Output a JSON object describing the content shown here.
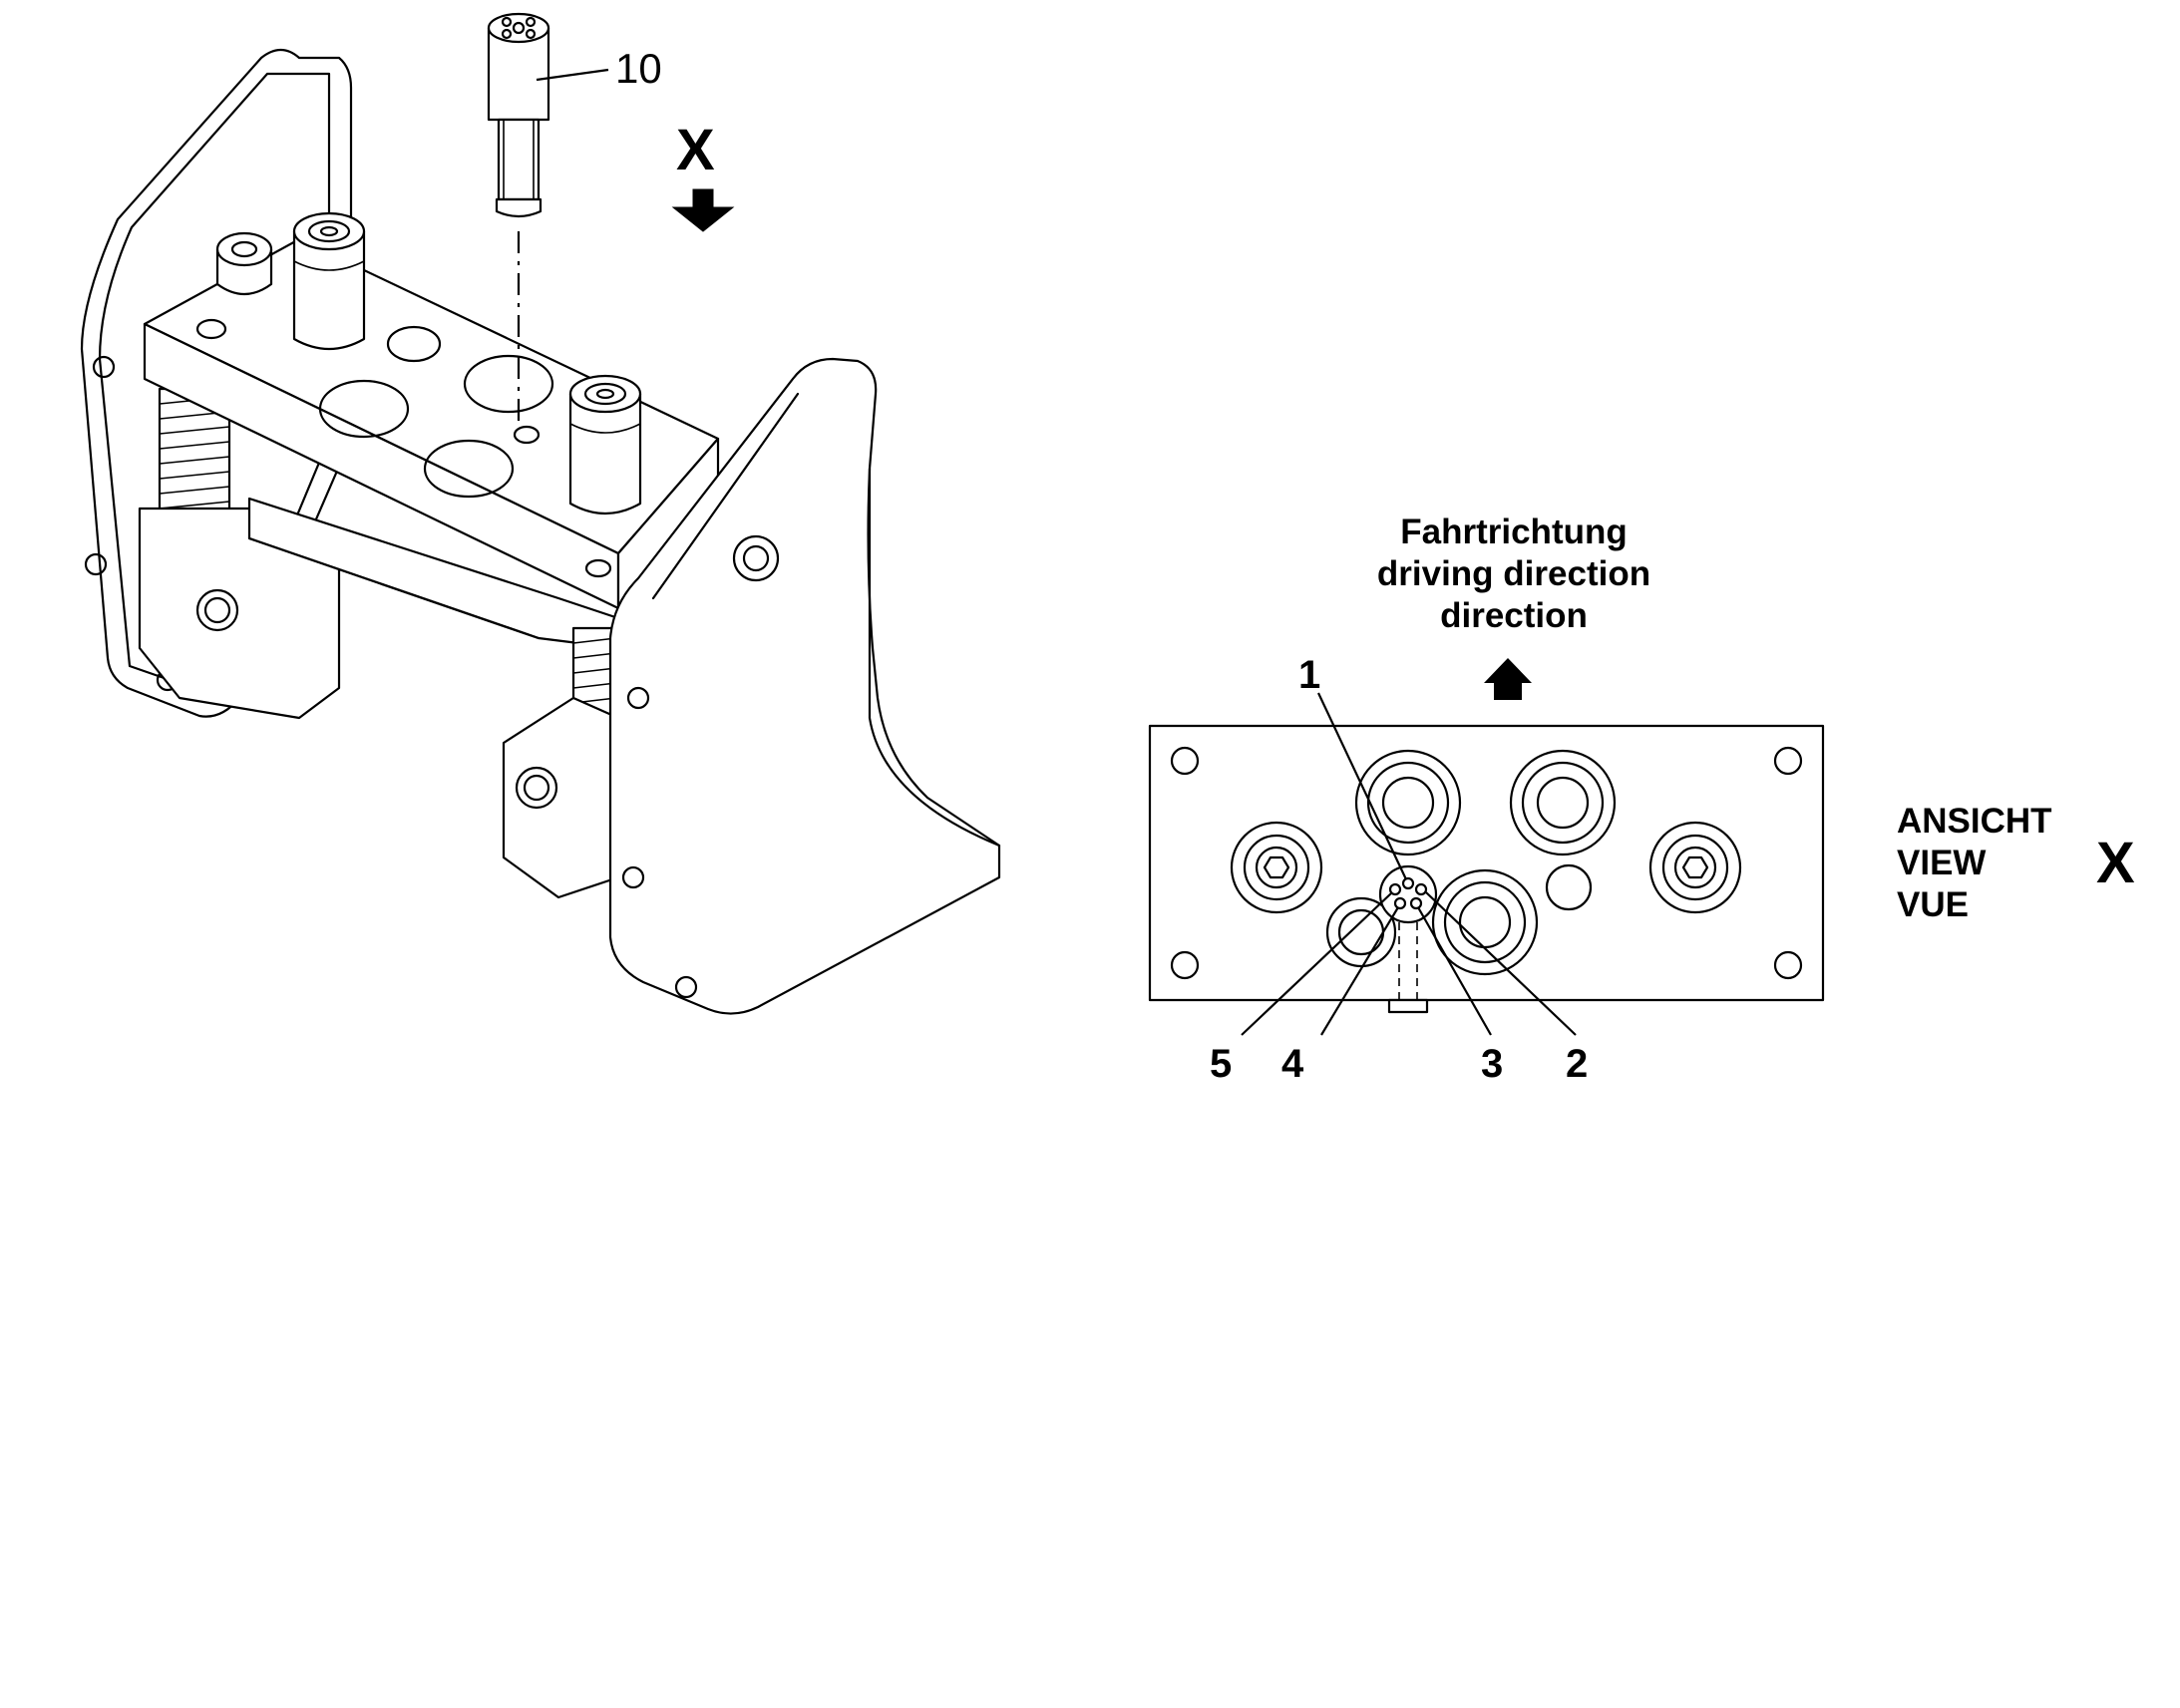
{
  "left_view": {
    "part_label": "10",
    "view_marker": "X"
  },
  "right_view": {
    "direction_heading": [
      "Fahrtrichtung",
      "driving direction",
      "direction"
    ],
    "callouts": [
      "1",
      "2",
      "3",
      "4",
      "5"
    ],
    "view_caption": [
      "ANSICHT",
      "VIEW",
      "VUE"
    ],
    "view_marker": "X"
  }
}
